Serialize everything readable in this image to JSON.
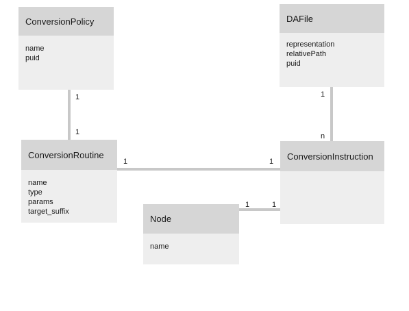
{
  "classes": {
    "conversion_policy": {
      "name": "ConversionPolicy",
      "attributes": [
        "name",
        "puid"
      ]
    },
    "dafile": {
      "name": "DAFile",
      "attributes": [
        "representation",
        "relativePath",
        "puid"
      ]
    },
    "conversion_routine": {
      "name": "ConversionRoutine",
      "attributes": [
        "name",
        "type",
        "params",
        "target_suffix"
      ]
    },
    "conversion_instruction": {
      "name": "ConversionInstruction",
      "attributes": []
    },
    "node": {
      "name": "Node",
      "attributes": [
        "name"
      ]
    }
  },
  "associations": {
    "policy_routine": {
      "policy_end": "1",
      "routine_end": "1"
    },
    "dafile_instruction": {
      "dafile_end": "1",
      "instruction_end": "n"
    },
    "routine_instruction": {
      "routine_end": "1",
      "instruction_end": "1"
    },
    "node_instruction": {
      "node_end": "1",
      "instruction_end": "1"
    }
  }
}
